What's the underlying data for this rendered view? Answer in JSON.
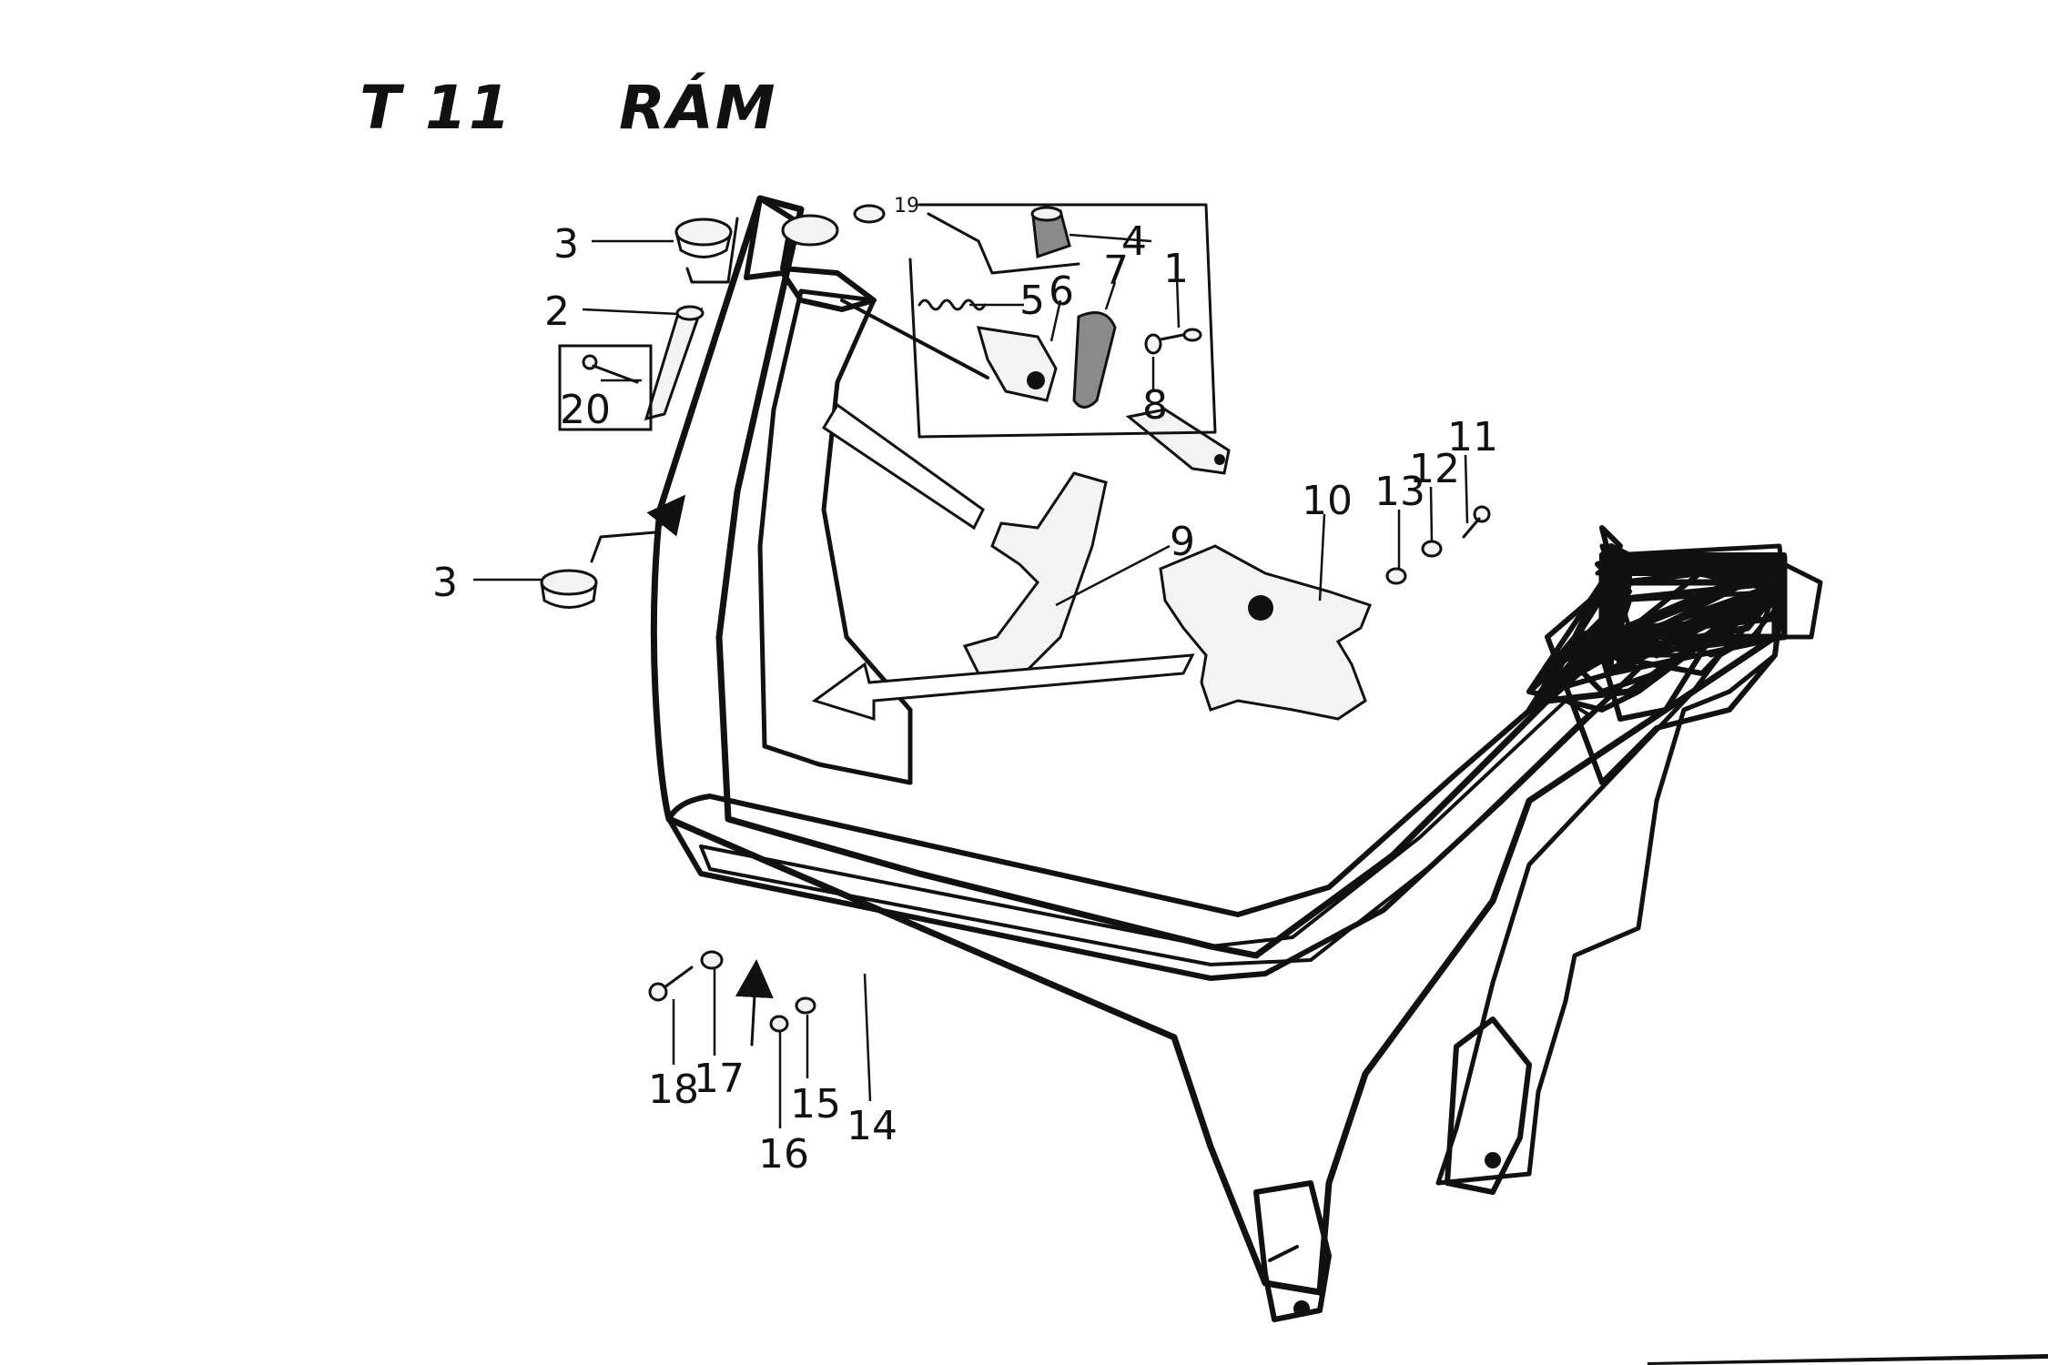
{
  "title": {
    "code": "T 11",
    "name": "RÁM"
  },
  "callouts": [
    {
      "id": "1",
      "label": "1"
    },
    {
      "id": "2",
      "label": "2"
    },
    {
      "id": "3a",
      "label": "3"
    },
    {
      "id": "3b",
      "label": "3"
    },
    {
      "id": "4",
      "label": "4"
    },
    {
      "id": "5",
      "label": "5"
    },
    {
      "id": "6",
      "label": "6"
    },
    {
      "id": "7",
      "label": "7"
    },
    {
      "id": "8",
      "label": "8"
    },
    {
      "id": "9",
      "label": "9"
    },
    {
      "id": "10",
      "label": "10"
    },
    {
      "id": "11",
      "label": "11"
    },
    {
      "id": "12",
      "label": "12"
    },
    {
      "id": "13",
      "label": "13"
    },
    {
      "id": "14",
      "label": "14"
    },
    {
      "id": "15",
      "label": "15"
    },
    {
      "id": "16",
      "label": "16"
    },
    {
      "id": "17",
      "label": "17"
    },
    {
      "id": "18",
      "label": "18"
    },
    {
      "id": "19",
      "label": "19"
    },
    {
      "id": "20",
      "label": "20"
    }
  ],
  "colors": {
    "ink": "#111111",
    "paper": "#ffffff",
    "shade": "#8a8a8a"
  }
}
